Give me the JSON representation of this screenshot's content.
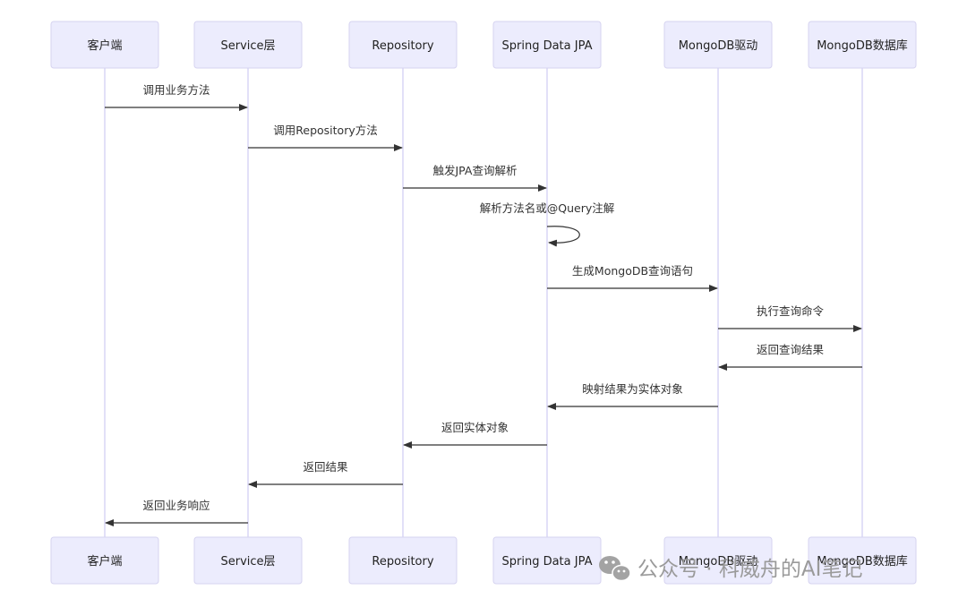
{
  "participants": [
    "客户端",
    "Service层",
    "Repository",
    "Spring Data JPA",
    "MongoDB驱动",
    "MongoDB数据库"
  ],
  "messages": [
    {
      "from": 0,
      "to": 1,
      "label": "调用业务方法"
    },
    {
      "from": 1,
      "to": 2,
      "label": "调用Repository方法"
    },
    {
      "from": 2,
      "to": 3,
      "label": "触发JPA查询解析"
    },
    {
      "from": 3,
      "to": 3,
      "label": "解析方法名或@Query注解"
    },
    {
      "from": 3,
      "to": 4,
      "label": "生成MongoDB查询语句"
    },
    {
      "from": 4,
      "to": 5,
      "label": "执行查询命令"
    },
    {
      "from": 5,
      "to": 4,
      "label": "返回查询结果"
    },
    {
      "from": 4,
      "to": 3,
      "label": "映射结果为实体对象"
    },
    {
      "from": 3,
      "to": 2,
      "label": "返回实体对象"
    },
    {
      "from": 2,
      "to": 1,
      "label": "返回结果"
    },
    {
      "from": 1,
      "to": 0,
      "label": "返回业务响应"
    }
  ],
  "watermark": {
    "text": "公众号 · 科威舟的AI笔记",
    "icon": "wechat-icon"
  },
  "colors": {
    "actor_fill": "#ececfd",
    "actor_stroke": "#d6d3f0",
    "lifeline": "#d9d6f5",
    "arrow": "#333333"
  }
}
